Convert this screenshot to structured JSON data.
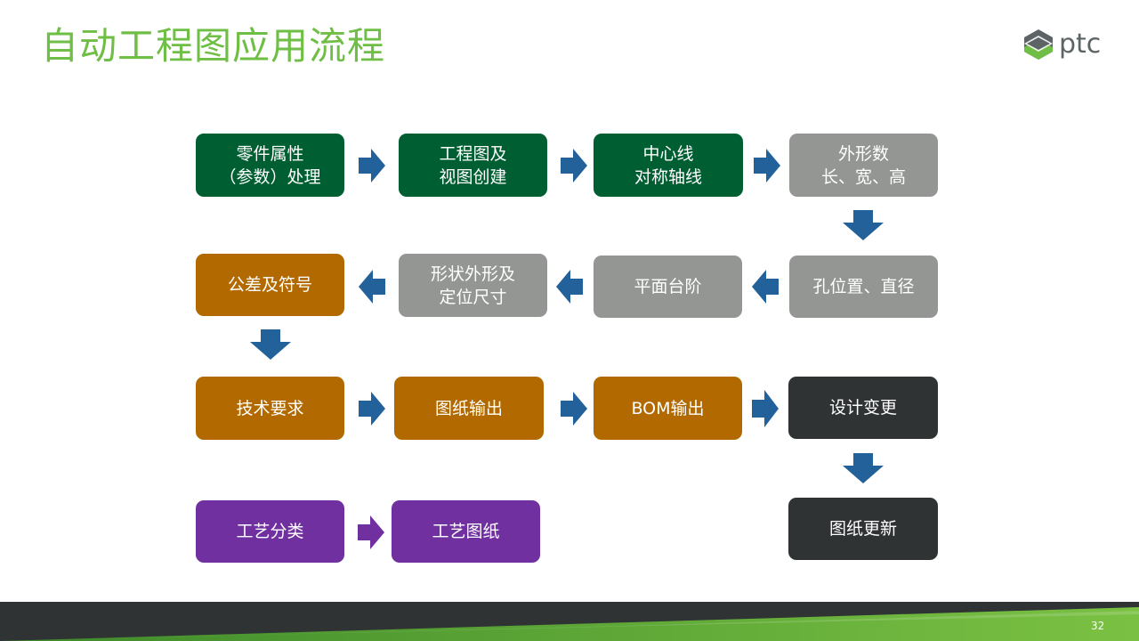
{
  "slide": {
    "title": "自动工程图应用流程",
    "logo_text": "ptc",
    "page_number": "32"
  },
  "colors": {
    "title": "#6fbe45",
    "green": "#005f32",
    "gray": "#939692",
    "orange": "#b26a00",
    "dark": "#2f3334",
    "purple": "#7030a0",
    "arrow": "#23619a",
    "footer_dark": "#2f3334",
    "footer_green": "#6fbe45"
  },
  "flow": {
    "row1": [
      {
        "line1": "零件属性",
        "line2": "（参数）处理"
      },
      {
        "line1": "工程图及",
        "line2": "视图创建"
      },
      {
        "line1": "中心线",
        "line2": "对称轴线"
      },
      {
        "line1": "外形数",
        "line2": "长、宽、高"
      }
    ],
    "row2": [
      {
        "line1": "公差及符号"
      },
      {
        "line1": "形状外形及",
        "line2": "定位尺寸"
      },
      {
        "line1": "平面台阶"
      },
      {
        "line1": "孔位置、直径"
      }
    ],
    "row3": [
      {
        "line1": "技术要求"
      },
      {
        "line1": "图纸输出"
      },
      {
        "line1": "BOM输出"
      },
      {
        "line1": "设计变更"
      }
    ],
    "row4": [
      {
        "line1": "工艺分类"
      },
      {
        "line1": "工艺图纸"
      },
      {
        "line1": "图纸更新"
      }
    ]
  }
}
